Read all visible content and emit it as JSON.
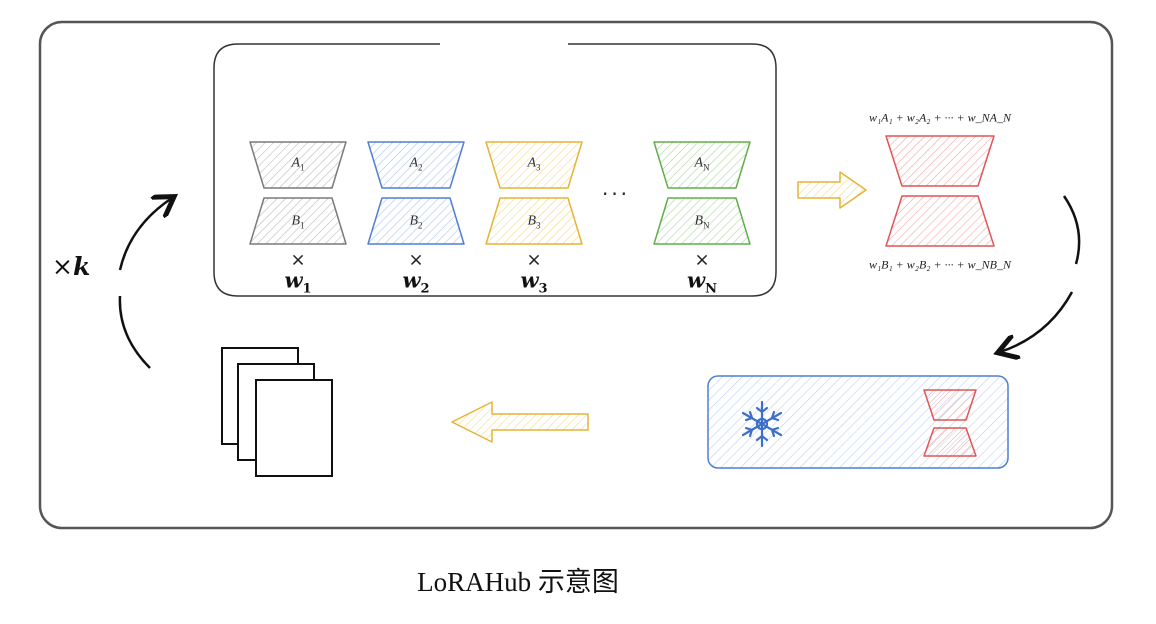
{
  "caption": "LoRAHub 示意图",
  "loop_label": {
    "times": "×",
    "var": "k"
  },
  "modules": [
    {
      "a_label": "A",
      "a_sub": "1",
      "b_label": "B",
      "b_sub": "1",
      "times": "×",
      "weight": "w",
      "weight_sub": "1",
      "color": "#7a7a7a"
    },
    {
      "a_label": "A",
      "a_sub": "2",
      "b_label": "B",
      "b_sub": "2",
      "times": "×",
      "weight": "w",
      "weight_sub": "2",
      "color": "#4f7fd4"
    },
    {
      "a_label": "A",
      "a_sub": "3",
      "b_label": "B",
      "b_sub": "3",
      "times": "×",
      "weight": "w",
      "weight_sub": "3",
      "color": "#e5b437"
    },
    {
      "a_label": "A",
      "a_sub": "N",
      "b_label": "B",
      "b_sub": "N",
      "times": "×",
      "weight": "w",
      "weight_sub": "N",
      "color": "#5fae4b"
    }
  ],
  "ellipsis": "···",
  "merged": {
    "formula_top": "w₁A₁ + w₂A₂ + ··· + w_NA_N",
    "formula_bottom": "w₁B₁ + w₂B₂ + ··· + w_NB_N",
    "color": "#e05555"
  },
  "frozen_block_color": "#4f7fd4",
  "snowflake_icon": "snowflake-icon",
  "documents_icon": "documents-icon",
  "arrow_color": "#e5b437",
  "frame_color": "#555555"
}
